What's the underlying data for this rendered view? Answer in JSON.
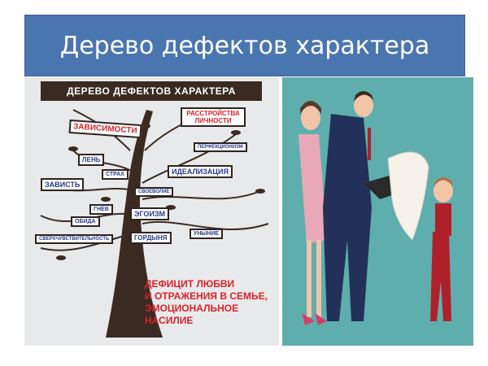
{
  "slide": {
    "title": "Дерево дефектов характера"
  },
  "tree_image": {
    "title": "ДЕРЕВО ДЕФЕКТОВ ХАРАКТЕРА",
    "labels": [
      "ЗАВИСИМОСТИ",
      "РАССТРОЙСТВА ЛИЧНОСТИ",
      "ПЕРФЕКЦИОНИЗМ",
      "ЛЕНЬ",
      "СТРАХ",
      "ИДЕАЛИЗАЦИЯ",
      "ЗАВИСТЬ",
      "СВОЕВОЛИЕ",
      "ГНЕВ",
      "ЭГОИЗМ",
      "ОБИДА",
      "СВЕРХЧУВСТВИТЕЛЬНОСТЬ",
      "ГОРДЫНЯ",
      "УНЫНИЕ"
    ],
    "root_lines": [
      "ДЕФИЦИТ ЛЮБВИ",
      "И ОТРАЖЕНИЯ В СЕМЬЕ,",
      "ЭМОЦИОНАЛЬНОЕ НАСИЛИЕ"
    ]
  },
  "colors": {
    "banner": "#4a76b0",
    "trunk": "#3a2a22",
    "label_red": "#d8232a",
    "label_blue": "#2a3a8a",
    "photo_bg": "#5eaeae"
  }
}
